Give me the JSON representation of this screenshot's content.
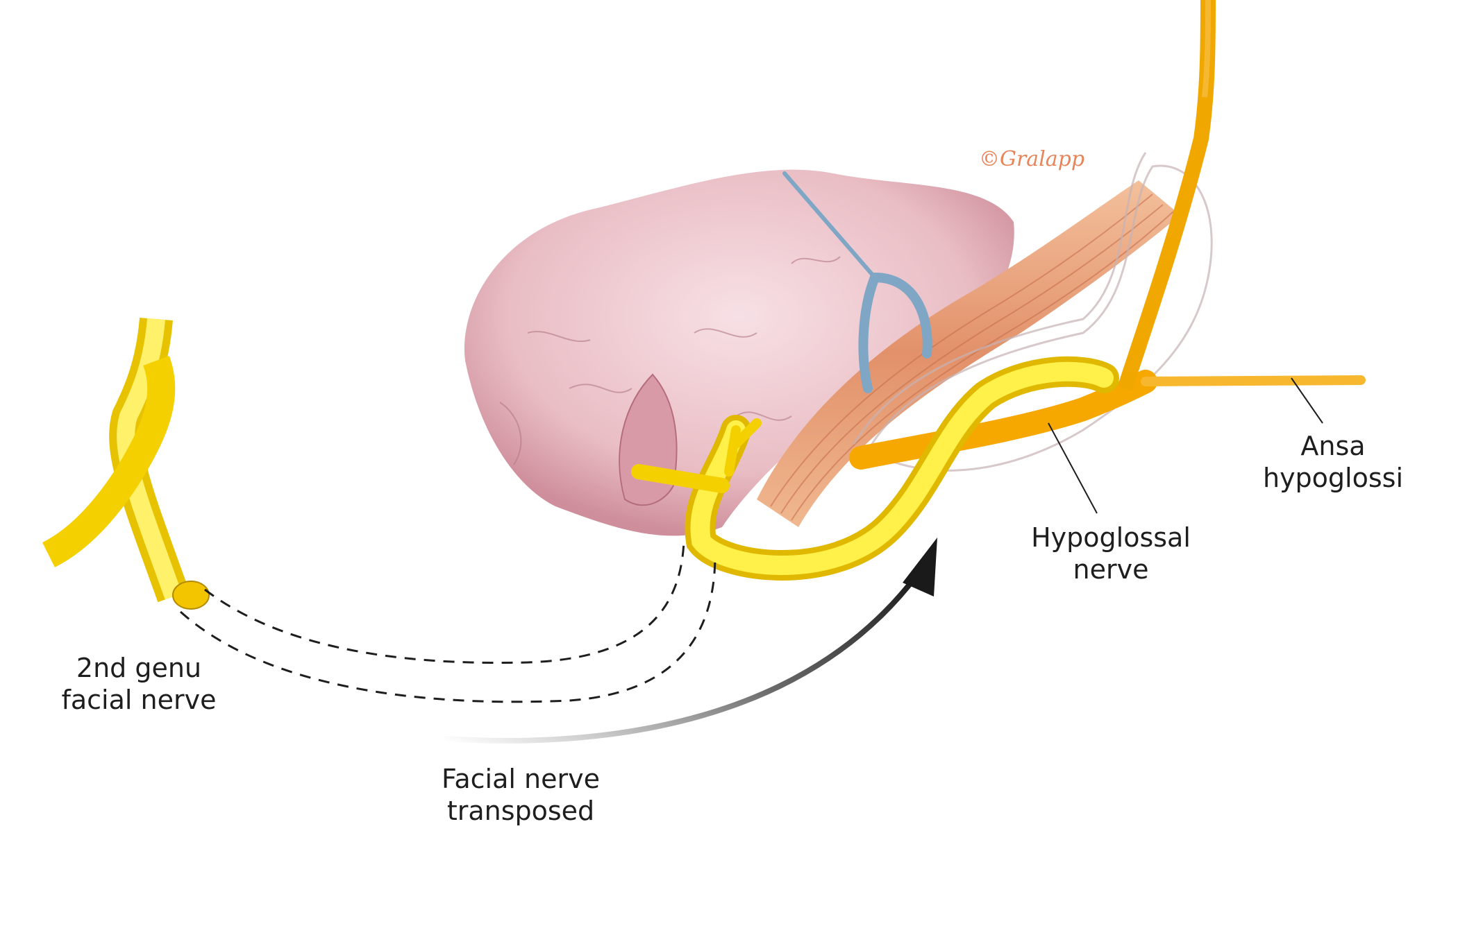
{
  "labels": {
    "second_genu": [
      "2nd genu",
      "facial nerve"
    ],
    "transposed": [
      "Facial nerve",
      "transposed"
    ],
    "hypoglossal": [
      "Hypoglossal",
      "nerve"
    ],
    "ansa": [
      "Ansa",
      "hypoglossi"
    ]
  },
  "signature": "©Gralapp",
  "colors": {
    "facial_nerve": "#f7d400",
    "hypoglossal_nerve": "#f7a800",
    "muscle": "#e8a07a",
    "gland": "#e8b7bf",
    "retractor": "#7fa6c4",
    "arrow": "#2a2a2a"
  }
}
